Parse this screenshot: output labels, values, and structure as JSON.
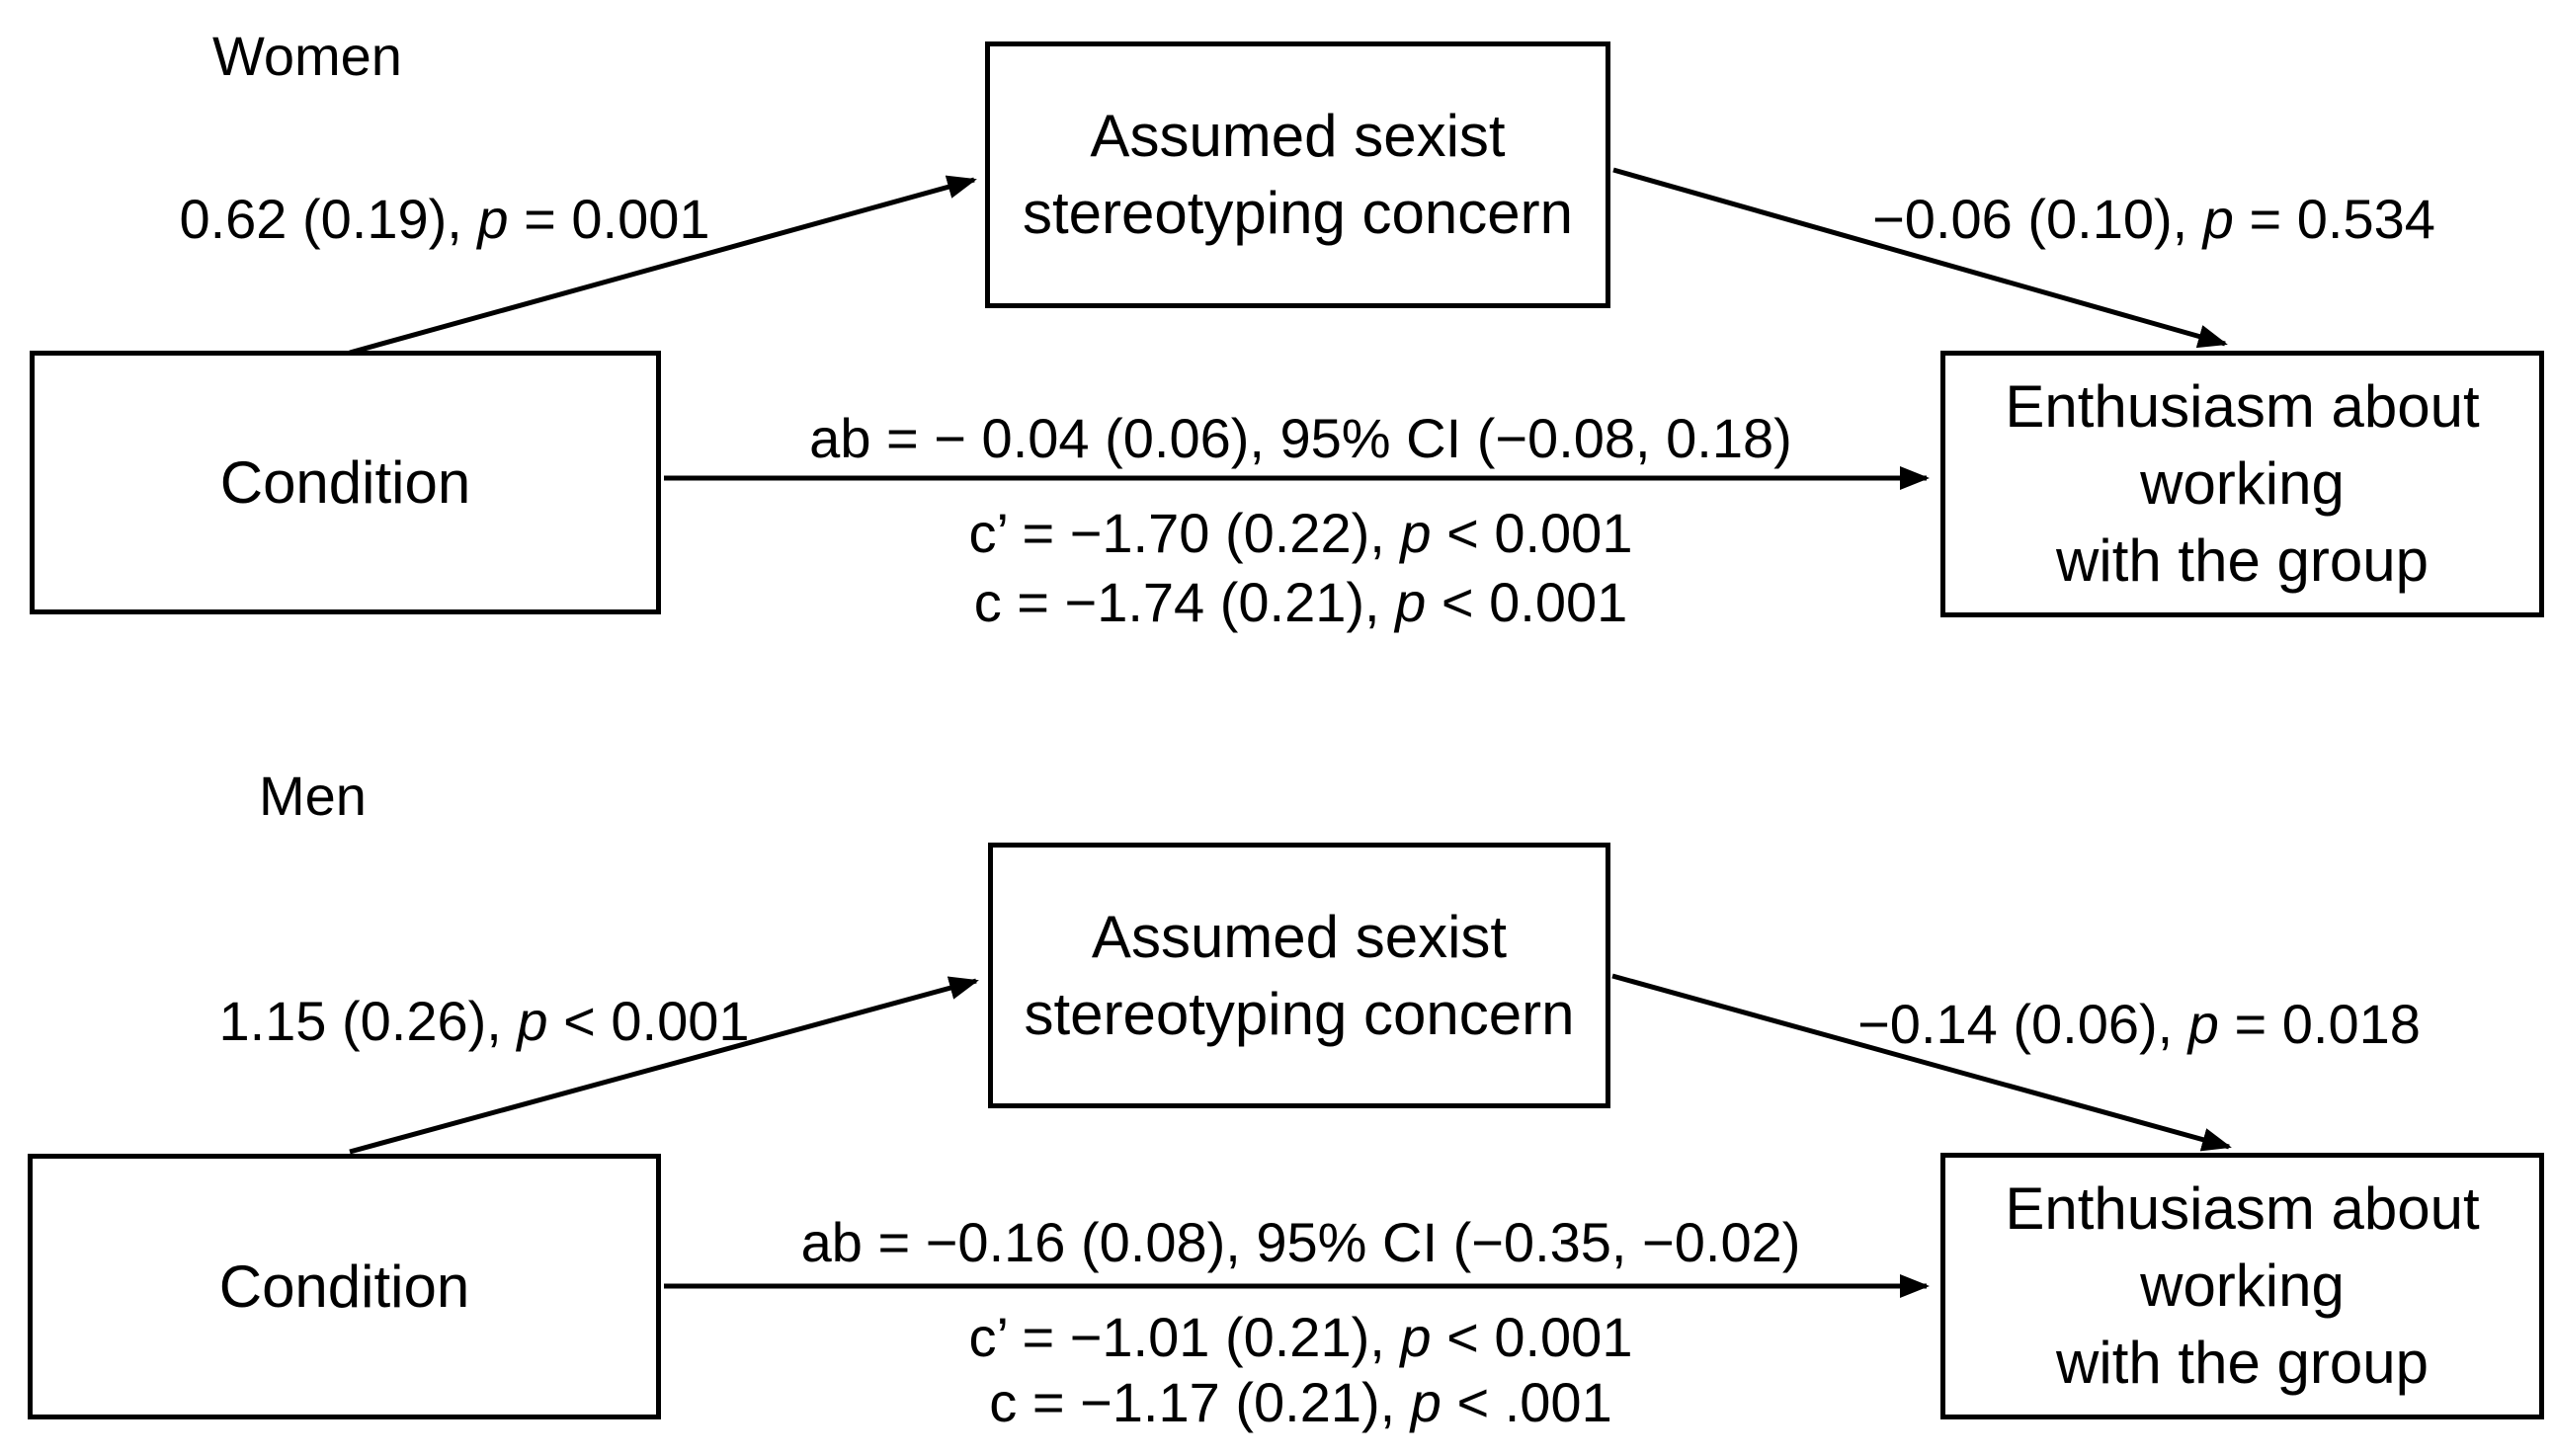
{
  "colors": {
    "ink": "#000000",
    "background": "#ffffff"
  },
  "panels": [
    {
      "title": "Women",
      "predictor_label": "Condition",
      "mediator_label": "Assumed sexist\nstereotyping concern",
      "outcome_label": "Enthusiasm about\nworking\nwith the group",
      "path_a": {
        "pre": "0.62 (0.19), ",
        "p": "p",
        "post": " = 0.001"
      },
      "path_b": {
        "pre": "−0.06 (0.10), ",
        "p": "p",
        "post": " = 0.534"
      },
      "indirect": {
        "text": "ab = − 0.04 (0.06), 95% CI (−0.08, 0.18)"
      },
      "direct": {
        "pre": "c’ = −1.70 (0.22), ",
        "p": "p",
        "post": " < 0.001"
      },
      "total": {
        "pre": "c = −1.74 (0.21), ",
        "p": "p",
        "post": " < 0.001"
      }
    },
    {
      "title": "Men",
      "predictor_label": "Condition",
      "mediator_label": "Assumed sexist\nstereotyping concern",
      "outcome_label": "Enthusiasm about\nworking\nwith the group",
      "path_a": {
        "pre": "1.15 (0.26), ",
        "p": "p",
        "post": " < 0.001"
      },
      "path_b": {
        "pre": "−0.14 (0.06), ",
        "p": "p",
        "post": " = 0.018"
      },
      "indirect": {
        "text": "ab = −0.16 (0.08), 95% CI (−0.35, −0.02)"
      },
      "direct": {
        "pre": "c’ = −1.01 (0.21), ",
        "p": "p",
        "post": " < 0.001"
      },
      "total": {
        "pre": "c = −1.17 (0.21), ",
        "p": "p",
        "post": " < .001"
      }
    }
  ]
}
